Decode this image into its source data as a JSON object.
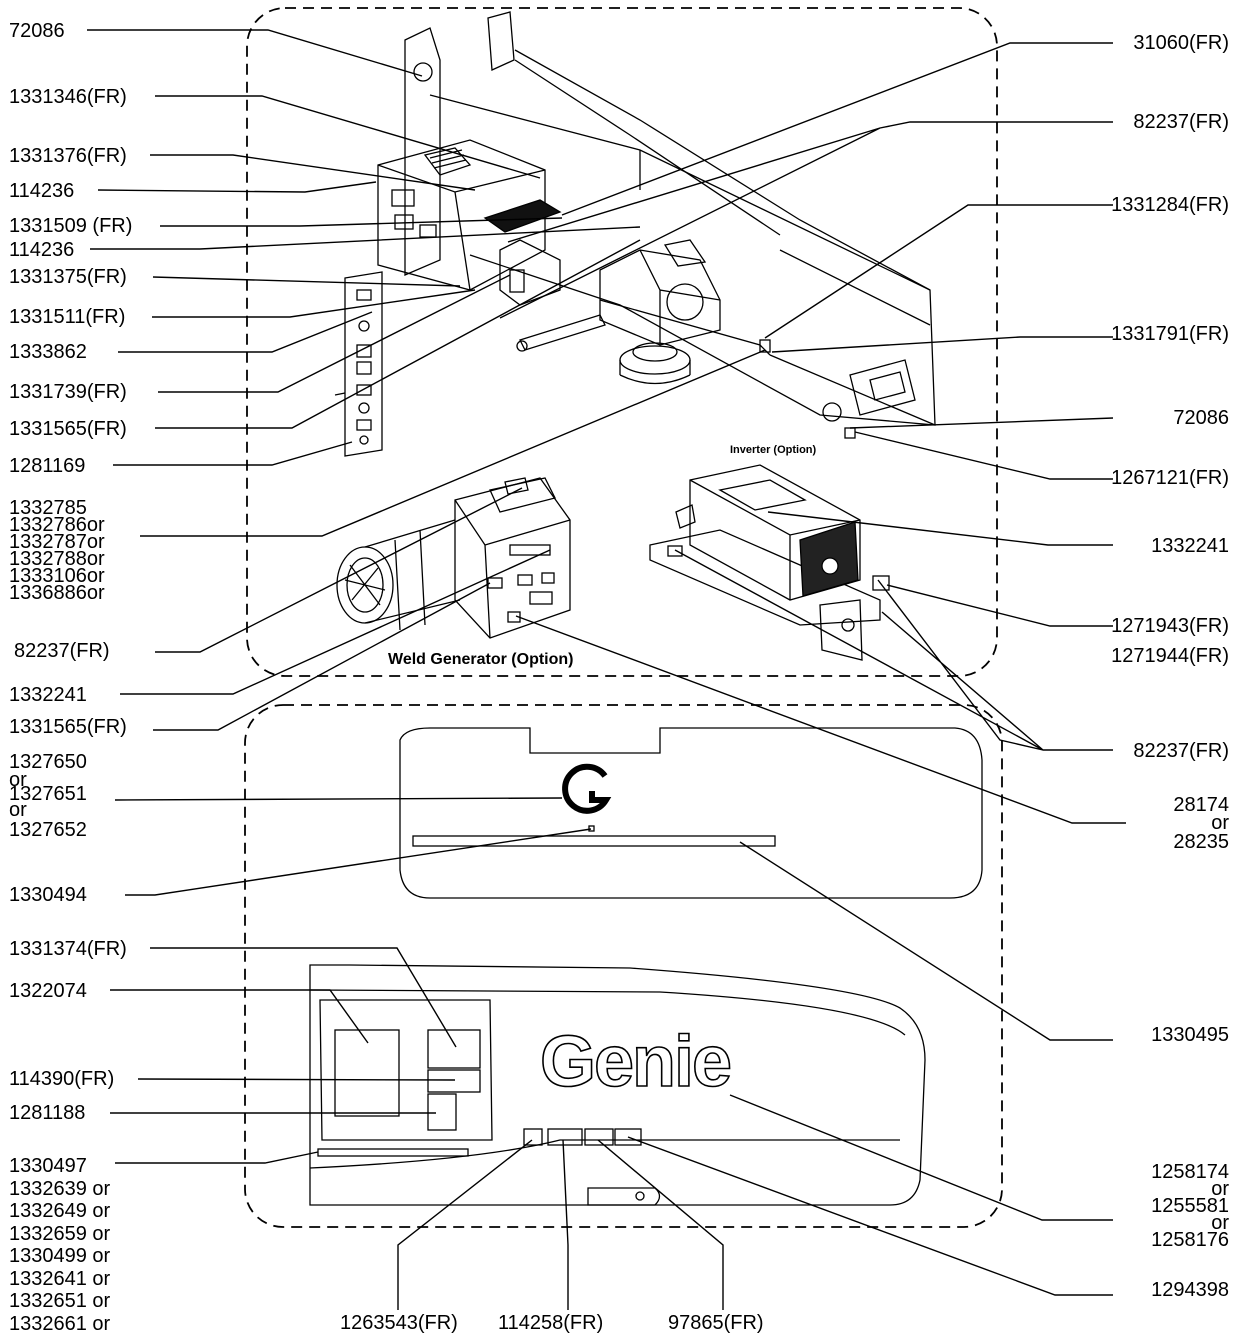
{
  "captions": {
    "inverter": "Inverter (Option)",
    "weld_generator": "Weld Generator (Option)"
  },
  "logos": {
    "g_mark": "G",
    "brand": "Genie"
  },
  "left_labels": {
    "l01": "72086",
    "l02": "1331346(FR)",
    "l03": "1331376(FR)",
    "l04": "114236",
    "l05": "1331509 (FR)",
    "l06": "114236",
    "l07": "1331375(FR)",
    "l08": "1331511(FR)",
    "l09": "1333862",
    "l10": "1331739(FR)",
    "l11": "1331565(FR)",
    "l12": "1281169",
    "l13": "82237(FR)",
    "l14": "1332241",
    "l15": "1331565(FR)",
    "l16": "1330494",
    "l17": "1331374(FR)",
    "l18": "1322074",
    "l19": "114390(FR)",
    "l20": "1281188"
  },
  "left_stacks": {
    "generator_options": [
      "1332785",
      "1332786or",
      "1332787or",
      "1332788or",
      "1333106or",
      "1336886or"
    ],
    "decal_options": [
      "1327650",
      "or",
      "1327651",
      "or",
      "1327652"
    ],
    "stripe_options": [
      "1330497",
      "1332639 or",
      "1332649 or",
      "1332659 or",
      "1330499 or",
      "1332641 or",
      "1332651 or",
      "1332661 or"
    ]
  },
  "right_labels": {
    "r01": "31060(FR)",
    "r02": "82237(FR)",
    "r03": "1331284(FR)",
    "r04": "1331791(FR)",
    "r05": "72086",
    "r06": "1267121(FR)",
    "r07": "1332241",
    "r08": "1271943(FR)",
    "r09": "1271944(FR)",
    "r10": "82237(FR)",
    "r11": "1330495",
    "r12": "1294398"
  },
  "right_stacks": {
    "tray_options": [
      "28174",
      "or",
      "28235"
    ],
    "logo_options": [
      "1258174",
      "or",
      "1255581",
      "or",
      "1258176"
    ]
  },
  "bottom_labels": {
    "b01": "1263543(FR)",
    "b02": "114258(FR)",
    "b03": "97865(FR)"
  }
}
